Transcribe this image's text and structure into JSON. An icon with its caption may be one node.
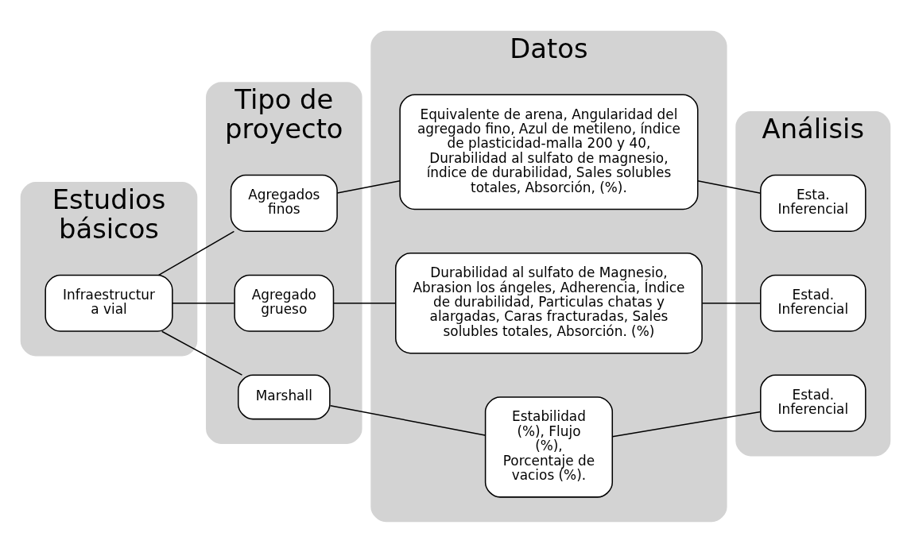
{
  "diagram": {
    "nodes": [
      {
        "text": [
          "Estudios básicos"
        ]
      },
      {
        "text": [
          "Infraestructura vial"
        ],
        "in": 0
      },
      {
        "text": [
          "Tipo de proyecto"
        ]
      },
      {
        "text": [
          "Agregados finos"
        ],
        "in": 2
      },
      {
        "text": [
          "Agregado grueso"
        ],
        "in": 2
      },
      {
        "text": [
          "Marshall"
        ],
        "in": 2
      },
      {
        "text": [
          "Datos"
        ]
      },
      {
        "text": [
          "Equivalente de arena, Angularidad del agregado fino, Azul de metileno, índice de plasticidad-malla 200 y 40, Durabilidad al sulfato de magnesio, índice de durabilidad, Sales solubles totales, Absorción, (%)."
        ],
        "in": 6
      },
      {
        "text": [
          "Durabilidad al sulfato de Magnesio, Abrasion los ángeles, Adherencia, Índice de durabilidad, Particulas chatas y alargadas, Caras fracturadas, Sales solubles totales, Absorción. (%)"
        ],
        "in": 6
      },
      {
        "text": [
          "Estabilidad (%), Flujo (%), Porcentaje de vacios (%)."
        ],
        "in": 6
      },
      {
        "text": [
          "Análisis"
        ]
      },
      {
        "text": [
          "Esta. Inferencial"
        ],
        "in": 10
      },
      {
        "text": [
          "Estad. Inferencial"
        ],
        "in": 10
      },
      {
        "text": [
          "Estad. Inferencial"
        ],
        "in": 10
      }
    ],
    "edges": [
      {
        "from": 1,
        "to": 3,
        "arrow": "none"
      },
      {
        "from": 1,
        "to": 4,
        "arrow": "none"
      },
      {
        "from": 1,
        "to": 5,
        "arrow": "none"
      },
      {
        "from": 3,
        "to": 7,
        "arrow": "none"
      },
      {
        "from": 7,
        "to": 11,
        "arrow": "none"
      },
      {
        "from": 4,
        "to": 8,
        "arrow": "none"
      },
      {
        "from": 8,
        "to": 12,
        "arrow": "none"
      },
      {
        "from": 5,
        "to": 9,
        "arrow": "none"
      },
      {
        "from": 9,
        "to": 13,
        "arrow": "none"
      }
    ]
  }
}
